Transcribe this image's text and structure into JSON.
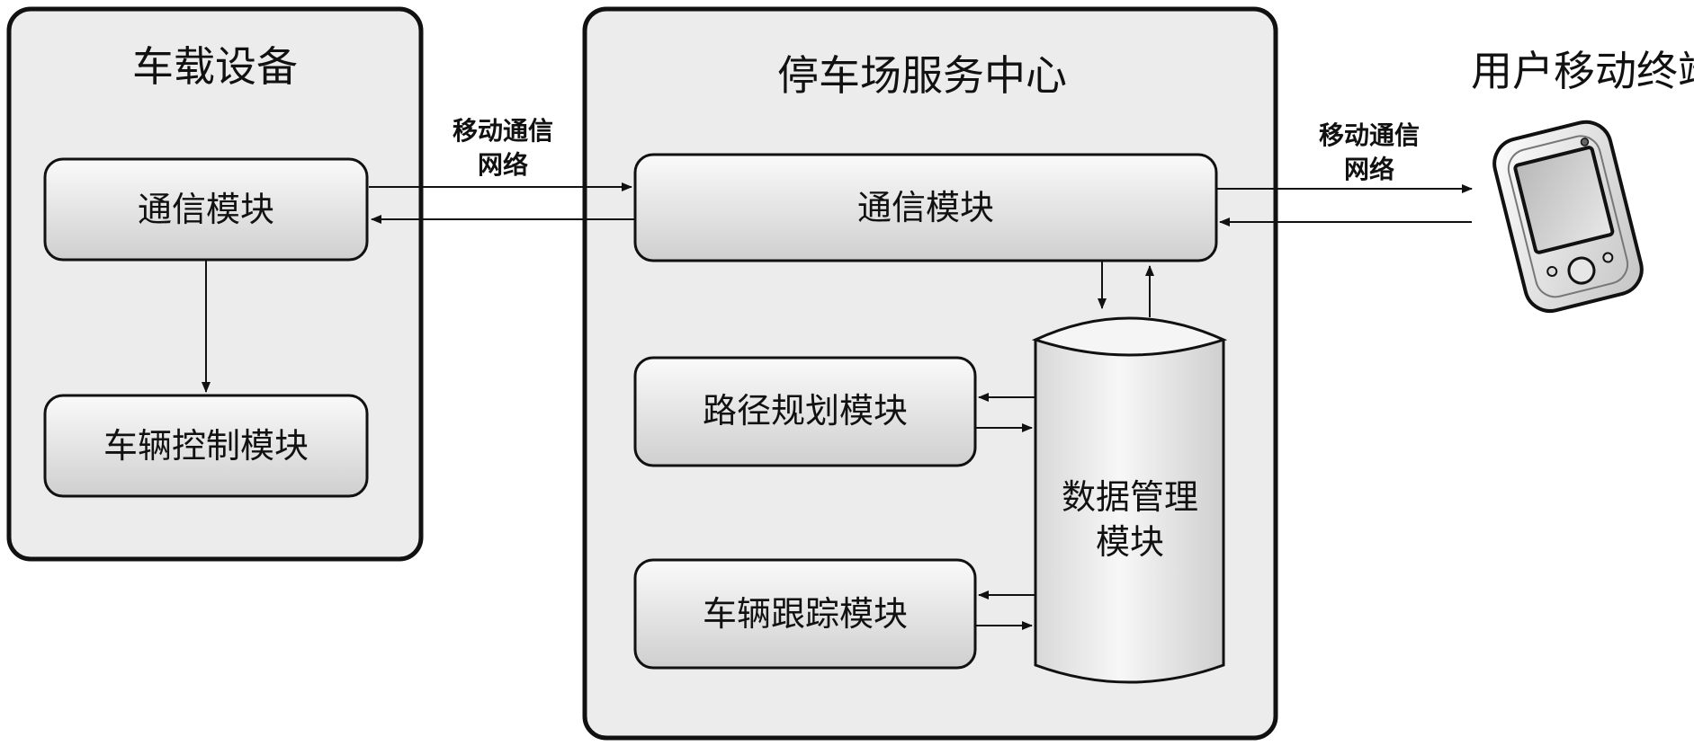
{
  "colors": {
    "container_fill": "#ececec",
    "module_fill_top": "#fafafa",
    "module_fill_bottom": "#d0d0d0",
    "stroke": "#111111"
  },
  "vehicle": {
    "title": "车载设备",
    "comm_module": "通信模块",
    "control_module": "车辆控制模块"
  },
  "links": {
    "left_network": [
      "移动通信",
      "网络"
    ],
    "right_network": [
      "移动通信",
      "网络"
    ]
  },
  "service_center": {
    "title": "停车场服务中心",
    "comm_module": "通信模块",
    "route_module": "路径规划模块",
    "tracking_module": "车辆跟踪模块",
    "data_module": [
      "数据管理",
      "模块"
    ]
  },
  "mobile": {
    "title": "用户移动终端",
    "icon": "mobile-phone-icon"
  }
}
